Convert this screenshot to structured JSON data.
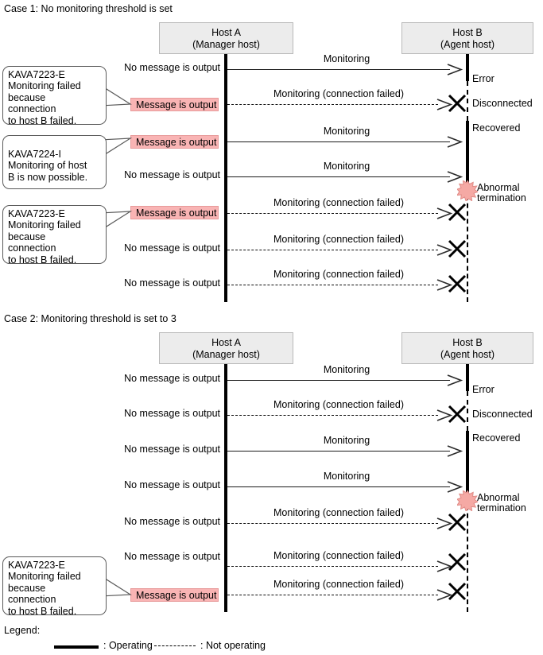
{
  "cases": [
    {
      "title": "Case 1: No monitoring threshold is set",
      "hostA": {
        "line1": "Host A",
        "line2": "(Manager host)"
      },
      "hostB": {
        "line1": "Host B",
        "line2": "(Agent host)"
      },
      "rows": [
        {
          "label": "No message is output",
          "label_kind": "plain",
          "caption": "Monitoring",
          "line": "solid"
        },
        {
          "label": "Message is output",
          "label_kind": "highlighted",
          "caption": "Monitoring (connection failed)",
          "line": "dashed"
        },
        {
          "label": "Message is output",
          "label_kind": "highlighted",
          "caption": "Monitoring",
          "line": "solid"
        },
        {
          "label": "No message is output",
          "label_kind": "plain",
          "caption": "Monitoring",
          "line": "solid"
        },
        {
          "label": "Message is output",
          "label_kind": "highlighted",
          "caption": "Monitoring (connection failed)",
          "line": "dashed"
        },
        {
          "label": "No message is output",
          "label_kind": "plain",
          "caption": "Monitoring (connection failed)",
          "line": "dashed"
        },
        {
          "label": "No message is output",
          "label_kind": "plain",
          "caption": "Monitoring (connection failed)",
          "line": "dashed"
        }
      ],
      "states": [
        {
          "text": "Error"
        },
        {
          "text": "Disconnected"
        },
        {
          "text": "Recovered"
        },
        {
          "text": "Abnormal\ntermination"
        }
      ],
      "callouts": [
        {
          "text": "KAVA7223-E\nMonitoring failed\nbecause\nconnection\nto host B failed."
        },
        {
          "text": "KAVA7224-I\nMonitoring of host\nB is now possible."
        },
        {
          "text": "KAVA7223-E\nMonitoring failed\nbecause\nconnection\nto host B failed."
        }
      ]
    },
    {
      "title": "Case 2: Monitoring threshold is set to 3",
      "hostA": {
        "line1": "Host A",
        "line2": "(Manager host)"
      },
      "hostB": {
        "line1": "Host B",
        "line2": "(Agent host)"
      },
      "rows": [
        {
          "label": "No message is output",
          "label_kind": "plain",
          "caption": "Monitoring",
          "line": "solid"
        },
        {
          "label": "No message is output",
          "label_kind": "plain",
          "caption": "Monitoring (connection failed)",
          "line": "dashed"
        },
        {
          "label": "No message is output",
          "label_kind": "plain",
          "caption": "Monitoring",
          "line": "solid"
        },
        {
          "label": "No message is output",
          "label_kind": "plain",
          "caption": "Monitoring",
          "line": "solid"
        },
        {
          "label": "No message is output",
          "label_kind": "plain",
          "caption": "Monitoring (connection failed)",
          "line": "dashed"
        },
        {
          "label": "No message is output",
          "label_kind": "plain",
          "caption": "Monitoring (connection failed)",
          "line": "dashed"
        },
        {
          "label": "Message is output",
          "label_kind": "highlighted",
          "caption": "Monitoring (connection failed)",
          "line": "dashed"
        }
      ],
      "states": [
        {
          "text": "Error"
        },
        {
          "text": "Disconnected"
        },
        {
          "text": "Recovered"
        },
        {
          "text": "Abnormal\ntermination"
        }
      ],
      "callouts": [
        {
          "text": "KAVA7223-E\nMonitoring failed\nbecause\nconnection\nto host B failed."
        }
      ]
    }
  ],
  "legend": {
    "title": "Legend:",
    "operating": ": Operating",
    "not_operating": ": Not operating"
  },
  "colors": {
    "message_fill": "#f9b4b4",
    "message_border": "#e79a9a",
    "host_box_fill": "#ececec",
    "host_box_border": "#b9b9b9",
    "burst_fill": "#f5a9a4",
    "line": "#000000"
  }
}
